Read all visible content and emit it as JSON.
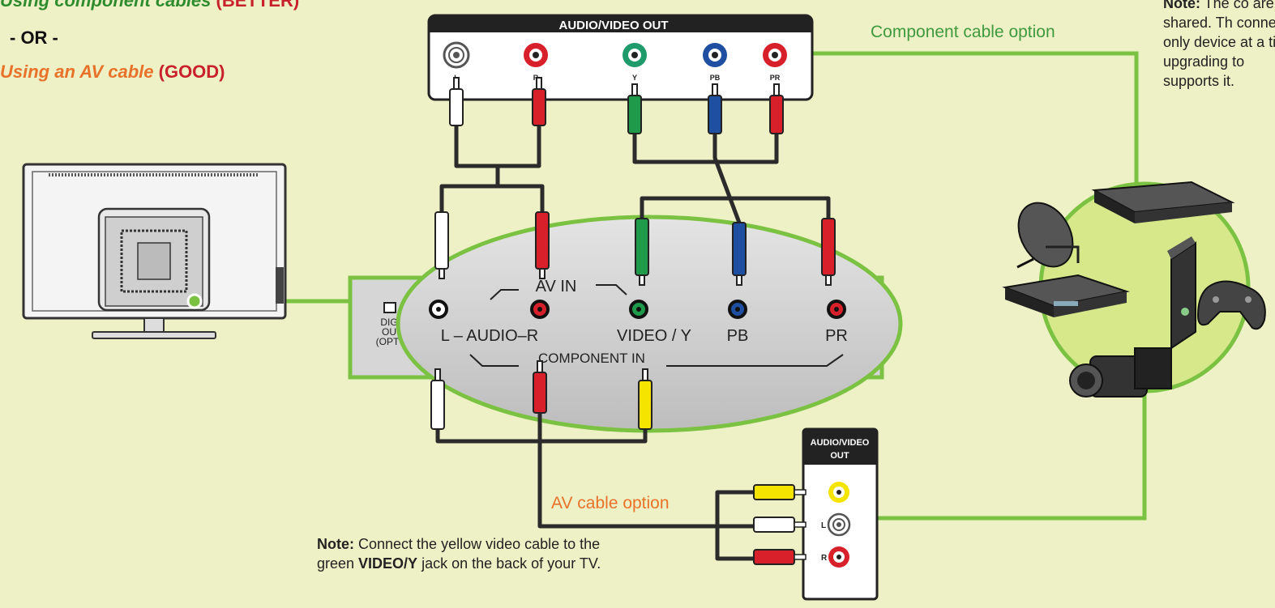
{
  "options": {
    "component": {
      "prefix": "Using ",
      "emphasis": "component",
      "suffix": " cables",
      "quality": "(BETTER)"
    },
    "separator": "- OR -",
    "av": {
      "emphasis": "Using an AV cable",
      "quality": "(GOOD)"
    }
  },
  "device_panel": {
    "title": "AUDIO/VIDEO OUT",
    "jacks": [
      "L",
      "R",
      "Y",
      "PB",
      "PR"
    ]
  },
  "labels": {
    "component_option": "Component cable option",
    "av_option": "AV cable option"
  },
  "tv_panel": {
    "av_in": "AV IN",
    "audio": "L – AUDIO–R",
    "video": "VIDEO / Y",
    "pb": "PB",
    "pr": "PR",
    "component_in": "COMPONENT IN",
    "digital": [
      "DIG",
      "OU",
      "(OPT"
    ]
  },
  "av_box": {
    "title_line1": "AUDIO/VIDEO",
    "title_line2": "OUT",
    "jacks": [
      "L",
      "R"
    ]
  },
  "notes": {
    "bottom_bold": "Note:",
    "bottom_text1": " Connect the yellow video cable to the green ",
    "bottom_bold2": "VIDEO/Y",
    "bottom_text2": " jack on the back of your TV.",
    "right_bold": "Note:",
    "right_text": " The co are shared. Th connect only device at a ti upgrading to supports it."
  },
  "colors": {
    "background": "#eef1c5",
    "green_line": "#7cc242",
    "white_jack": "#ffffff",
    "red_jack": "#d7202a",
    "green_jack": "#1f9a4a",
    "blue_jack": "#1e4fa0",
    "yellow_jack": "#f4e400",
    "cable": "#2b2b2b"
  },
  "icons": [
    "tv-icon",
    "satellite-dish-icon",
    "dvd-player-icon",
    "cable-box-icon",
    "game-console-icon",
    "gamepad-icon",
    "camcorder-icon"
  ]
}
